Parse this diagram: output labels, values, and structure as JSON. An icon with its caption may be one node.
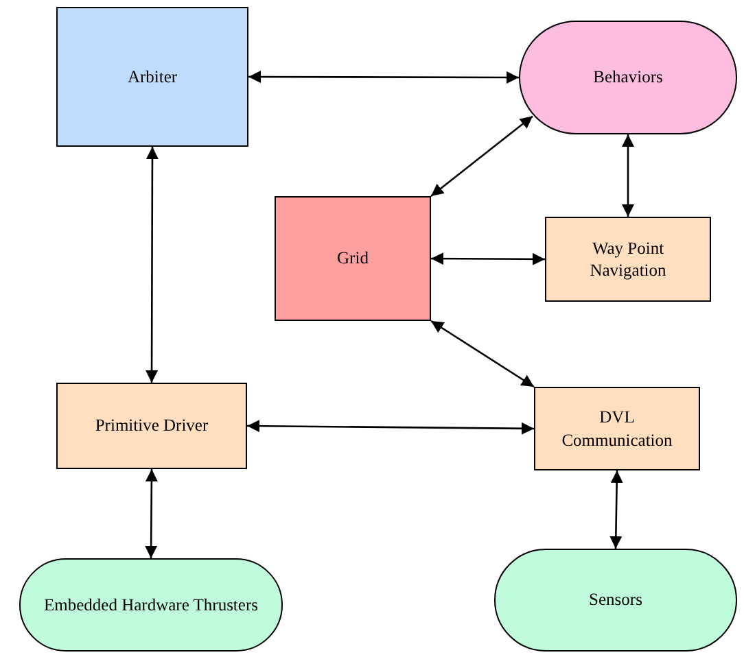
{
  "diagram": {
    "nodes": [
      {
        "text": [
          "Arbiter"
        ]
      },
      {
        "text": [
          "Behaviors"
        ]
      },
      {
        "text": [
          "Grid"
        ]
      },
      {
        "text": [
          "Way Point Navigation"
        ]
      },
      {
        "text": [
          "Primitive Driver"
        ]
      },
      {
        "text": [
          "DVL Communication"
        ]
      },
      {
        "text": [
          "Embedded Hardware Thrusters"
        ]
      },
      {
        "text": [
          "Sensors"
        ]
      }
    ],
    "edges": [
      {
        "from": 0,
        "to": 1,
        "arrow": "both"
      },
      {
        "from": 0,
        "to": 4,
        "arrow": "both"
      },
      {
        "from": 1,
        "to": 2,
        "arrow": "both"
      },
      {
        "from": 1,
        "to": 3,
        "arrow": "both"
      },
      {
        "from": 2,
        "to": 3,
        "arrow": "both"
      },
      {
        "from": 2,
        "to": 5,
        "arrow": "both"
      },
      {
        "from": 4,
        "to": 5,
        "arrow": "both"
      },
      {
        "from": 4,
        "to": 6,
        "arrow": "both"
      },
      {
        "from": 5,
        "to": 7,
        "arrow": "both"
      }
    ]
  }
}
